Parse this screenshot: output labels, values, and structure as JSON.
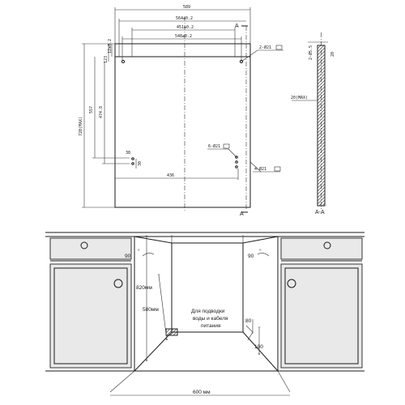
{
  "top_drawing": {
    "dims": {
      "overall_width": "589",
      "d1": "564±0.2",
      "d2": "451±0.2",
      "d3": "548±0.2",
      "overall_height": "720(MAX)",
      "h_557": "557",
      "h_474": "474.8",
      "h_123": "123",
      "h_12": "12±0.2",
      "h_38": "38",
      "h_30": "30",
      "w_436": "436"
    },
    "holes": {
      "top_right": "2-Ø21",
      "mid_right": "6-Ø21",
      "bottom_right": "4-Ø21"
    },
    "section_mark_top": "A",
    "section_mark_bottom": "A",
    "side_dim_top": "2-Ø5.5",
    "side_dim_mid": "20(MAX)",
    "section_label": "A-A"
  },
  "bottom_drawing": {
    "angle_left": "90",
    "angle_right": "90",
    "height_820": "820мм",
    "depth_580": "580мм",
    "note_line1": "Для подводки",
    "note_line2": "воды и кабеля",
    "note_line3": "питания",
    "dim_80": "80",
    "dim_100": "100",
    "width_600": "600 мм"
  },
  "colors": {
    "line": "#1a1a1a",
    "cabinet_fill": "#e9e9e9"
  }
}
